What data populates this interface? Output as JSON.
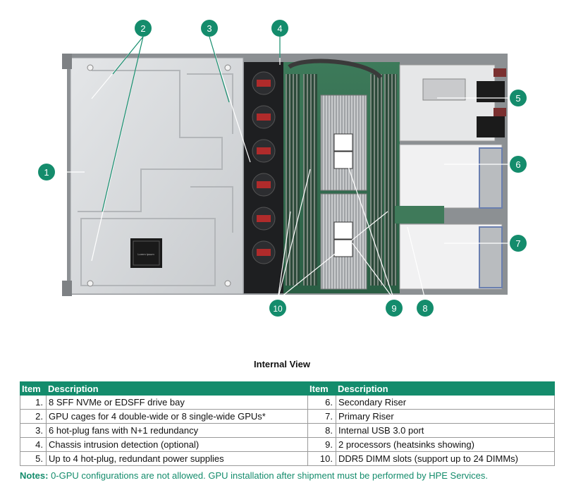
{
  "title": "Internal View",
  "callouts": [
    "1",
    "2",
    "3",
    "4",
    "5",
    "6",
    "7",
    "8",
    "9",
    "10"
  ],
  "label_text": "Lorem Ipsum",
  "table": {
    "headers": [
      "Item",
      "Description",
      "Item",
      "Description"
    ],
    "rows": [
      {
        "n1": "1.",
        "d1": "8 SFF NVMe or EDSFF drive bay",
        "n2": "6.",
        "d2": "Secondary Riser"
      },
      {
        "n1": "2.",
        "d1": "GPU cages for 4 double-wide or 8 single-wide GPUs*",
        "n2": "7.",
        "d2": "Primary Riser"
      },
      {
        "n1": "3.",
        "d1": "6 hot-plug fans with N+1 redundancy",
        "n2": "8.",
        "d2": "Internal USB 3.0 port"
      },
      {
        "n1": "4.",
        "d1": "Chassis intrusion detection (optional)",
        "n2": "9.",
        "d2": "2 processors (heatsinks showing)"
      },
      {
        "n1": "5.",
        "d1": "Up to 4 hot-plug, redundant power supplies",
        "n2": "10.",
        "d2": "DDR5 DIMM slots (support up to 24 DIMMs)"
      }
    ]
  },
  "notes": {
    "label": "Notes:",
    "text": " 0-GPU configurations are not allowed.  GPU installation after shipment must be performed by HPE Services."
  },
  "colors": {
    "accent": "#148c6c",
    "panel": "#d6d8db",
    "board": "#2f6b4f"
  }
}
